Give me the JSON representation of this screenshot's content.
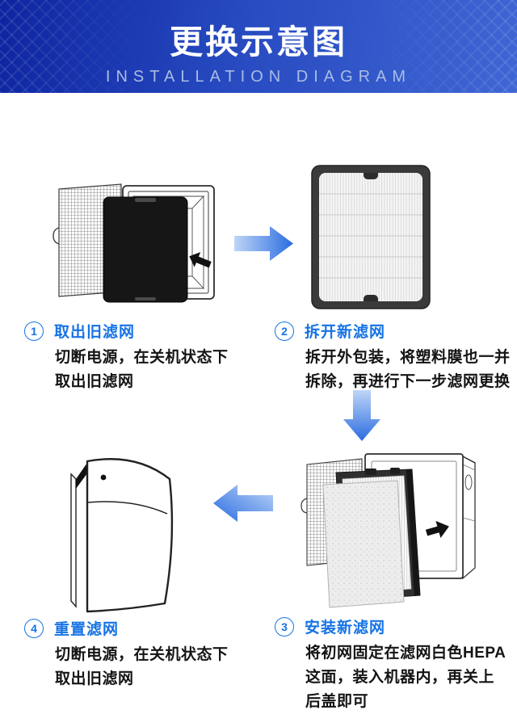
{
  "header": {
    "title": "更换示意图",
    "subtitle": "INSTALLATION DIAGRAM"
  },
  "steps": [
    {
      "num": "1",
      "title": "取出旧滤网",
      "body": "切断电源，在关机状态下\n取出旧滤网"
    },
    {
      "num": "2",
      "title": "拆开新滤网",
      "body": "拆开外包装，将塑料膜也一并\n拆除，再进行下一步滤网更换"
    },
    {
      "num": "3",
      "title": "安装新滤网",
      "body": "将初网固定在滤网白色HEPA\n这面，装入机器内，再关上\n后盖即可"
    },
    {
      "num": "4",
      "title": "重置滤网",
      "body": "切断电源，在关机状态下\n取出旧滤网"
    }
  ],
  "arrows": {
    "step1_to_step2": "right",
    "step2_to_step3": "down",
    "step3_to_step4": "left"
  },
  "colors": {
    "accent": "#1673e6",
    "header_gradient_left": "#0d24a0",
    "header_gradient_right": "#3f66d4",
    "subtitle_text": "#a9bce4",
    "arrow_light": "#b9d3f6",
    "arrow_dark": "#2b6ce0"
  }
}
